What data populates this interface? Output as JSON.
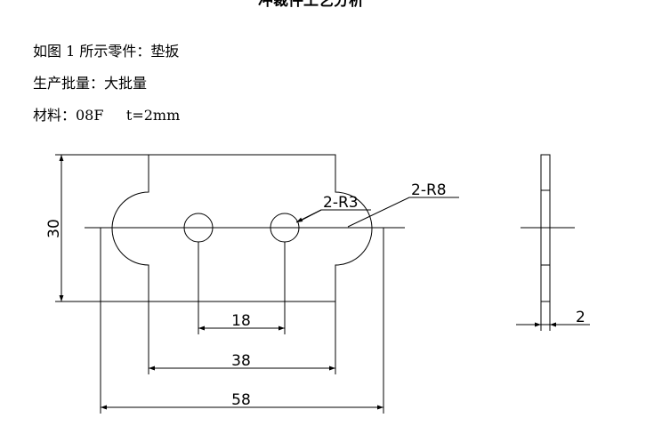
{
  "header": {
    "title_fragment": "冲裁件工艺分析"
  },
  "specs": {
    "part": "如图 1 所示零件：垫扳",
    "batch": "生产批量：大批量",
    "material_label": "材料：08F",
    "thickness": "t=2mm"
  },
  "drawing": {
    "dim_height": "30",
    "dim_hole_spacing": "18",
    "dim_neck_width": "38",
    "dim_overall_width": "58",
    "callout_hole_radius": "2-R3",
    "callout_end_radius": "2-R8",
    "dim_thickness": "2"
  }
}
